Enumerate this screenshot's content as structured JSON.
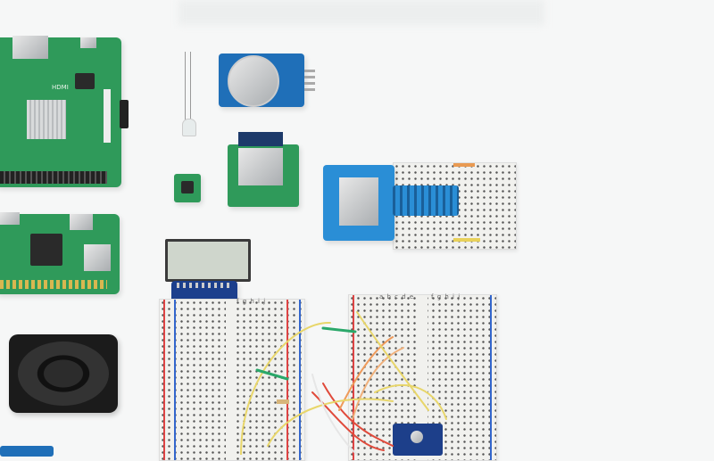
{
  "scene": {
    "pi3_label": "HDMI",
    "breadboard_left_columns": "f g h i j",
    "breadboard_right_columns_left": "a b c d e",
    "breadboard_right_columns_right": "f g h i j"
  },
  "colors": {
    "background": "#f6f7f7",
    "pcb_green": "#2f9a5a",
    "pcb_blue": "#1f6fb8",
    "lcd": "#c9d3c6"
  }
}
